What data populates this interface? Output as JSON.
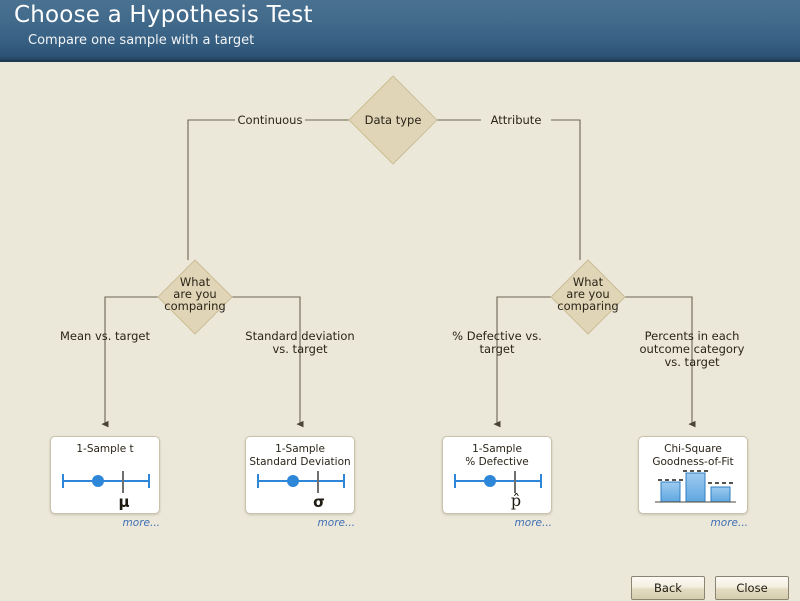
{
  "header": {
    "title": "Choose a Hypothesis Test",
    "subtitle": "Compare one sample with a target"
  },
  "colors": {
    "background": "#ece8d9",
    "header_top": "#4a7190",
    "header_bottom": "#22425f",
    "diamond_fill": "#e0d5b7",
    "diamond_stroke": "#cbbd97",
    "connector": "#6b6454",
    "accent_blue": "#2e86d8",
    "link_blue": "#3f6fb5",
    "text": "#2a2418"
  },
  "flow": {
    "root": {
      "label": "Data type"
    },
    "branches": [
      {
        "label": "Continuous"
      },
      {
        "label": "Attribute"
      }
    ],
    "decisions": [
      {
        "label": "What\nare you\ncomparing"
      },
      {
        "label": "What\nare you\ncomparing"
      }
    ],
    "edge_labels": [
      {
        "label": "Mean vs. target"
      },
      {
        "label": "Standard deviation\nvs. target"
      },
      {
        "label": "% Defective vs.\ntarget"
      },
      {
        "label": "Percents in each\noutcome category\nvs. target"
      }
    ]
  },
  "results": [
    {
      "title": "1-Sample t",
      "symbol": "μ",
      "graphic": "confidence-interval",
      "more_label": "more..."
    },
    {
      "title": "1-Sample\nStandard Deviation",
      "symbol": "σ",
      "graphic": "confidence-interval",
      "more_label": "more..."
    },
    {
      "title": "1-Sample\n% Defective",
      "symbol": "p̂",
      "graphic": "confidence-interval",
      "more_label": "more..."
    },
    {
      "title": "Chi-Square\nGoodness-of-Fit",
      "symbol": "",
      "graphic": "bar-chart",
      "more_label": "more..."
    }
  ],
  "footer": {
    "back_label": "Back",
    "close_label": "Close"
  }
}
